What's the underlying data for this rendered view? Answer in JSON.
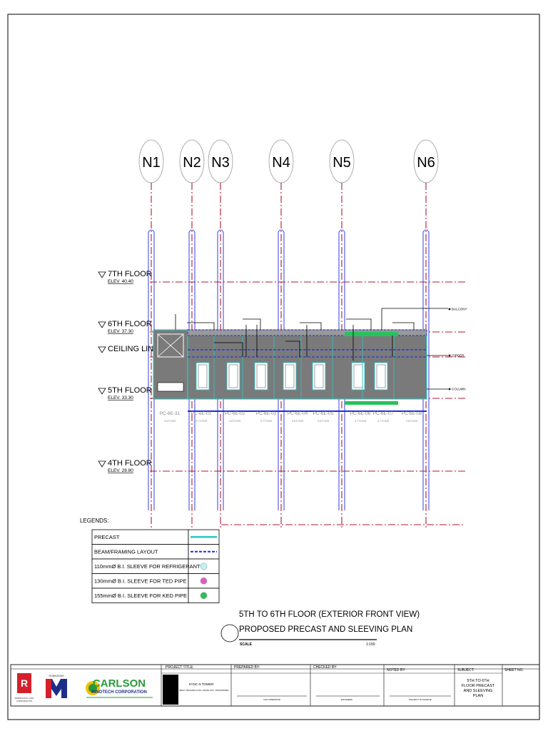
{
  "grid": {
    "lines": [
      "N1",
      "N2",
      "N3",
      "N4",
      "N5",
      "N6"
    ]
  },
  "levels": [
    {
      "name": "7TH FLOOR",
      "elev": "ELEV. 40.40"
    },
    {
      "name": "6TH FLOOR",
      "elev": "ELEV. 37.30"
    },
    {
      "name": "CEILING LINE",
      "elev": ""
    },
    {
      "name": "5TH FLOOR",
      "elev": "ELEV. 33.30"
    },
    {
      "name": "4TH FLOOR",
      "elev": "ELEV. 28.80"
    }
  ],
  "panels": [
    {
      "id": "PC-6E-31",
      "weight": "3.6TONS"
    },
    {
      "id": "PC-6E-01",
      "weight": "3.7TONS"
    },
    {
      "id": "PC-6E-02",
      "weight": "3.6TONS"
    },
    {
      "id": "PC-6E-03",
      "weight": "3.7TONS"
    },
    {
      "id": "PC-6E-04",
      "weight": "3.6TONS"
    },
    {
      "id": "PC-6E-05",
      "weight": "3.6TONS"
    },
    {
      "id": "PC-6E-06",
      "weight": "3.7TONS"
    },
    {
      "id": "PC-6E-07",
      "weight": "3.7TONS"
    },
    {
      "id": "PC-6E-08",
      "weight": "3.6TONS"
    }
  ],
  "callouts": [
    "BALCONY",
    "GIRDER",
    "COLUMN"
  ],
  "legend": {
    "title": "LEGENDS:",
    "items": [
      {
        "label": "PRECAST",
        "symbol": "cyan-solid-line"
      },
      {
        "label": "BEAM/FRAMING LAYOUT",
        "symbol": "blue-dashed-line"
      },
      {
        "label": "110mmØ B.I. SLEEVE FOR REFRIGERANT",
        "symbol": "light-cyan-circle"
      },
      {
        "label": "130mmØ B.I. SLEEVE FOR TED PIPE",
        "symbol": "magenta-circle"
      },
      {
        "label": "155mmØ B.I. SLEEVE FOR KED PIPE",
        "symbol": "green-circle"
      }
    ]
  },
  "drawing_title": {
    "line1": "5TH TO 6TH FLOOR (EXTERIOR FRONT VIEW)",
    "line2": "PROPOSED PRECAST AND SLEEVING PLAN",
    "scale_label": "SCALE",
    "scale_value": "1:150"
  },
  "title_block": {
    "logo_robinsons": "ROBINSONS LAND",
    "logo_robinsons_sub": "CORPORATION",
    "logo_rm": "ROBINSONS",
    "logo_carlson": "CARLSON",
    "logo_carlson_sub": "INNOTECH CORPORATION",
    "project_title_label": "PROJECT TITLE:",
    "project_name": "SYNC N TOWER",
    "project_address": "BRGY. BAGONG ILOG, PASIG CITY, PHILIPPINES",
    "prepared_label": "PREPARED BY:",
    "prepared_role": "CAD OPERATOR",
    "checked_label": "CHECKED BY:",
    "checked_role": "ENGINEER",
    "noted_label": "NOTED BY:",
    "noted_role": "PROJECT IN-CHARGE",
    "subject_label": "SUBJECT:",
    "subject_value": "5TH TO 6TH FLOOR PRECAST AND SLEEVING PLAN",
    "sheet_label": "SHEET NO."
  },
  "colors": {
    "grid_red": "#b3182f",
    "beam_blue": "#1f2dd6",
    "precast_cyan": "#2ac7c4",
    "panel_fill": "#7a7a7a",
    "sleeve_green": "#25c35a",
    "sleeve_magenta": "#e05cc7",
    "sleeve_cyan": "#bff1f8"
  }
}
